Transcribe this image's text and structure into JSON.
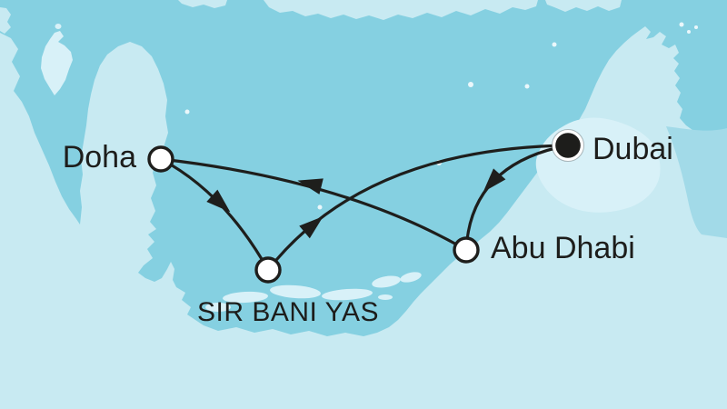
{
  "map": {
    "colors": {
      "sea": "#85d0e1",
      "land": "#c8eaf2",
      "land_bright": "#d8f1f8",
      "land_medium": "#a2dae8",
      "route": "#1e1e1c",
      "label": "#1d1d1b",
      "marker_stop_fill": "#ffffff",
      "marker_start_fill": "#1d1d1b"
    },
    "ports": [
      {
        "label": "Dubai",
        "marker": "start-port-filled"
      },
      {
        "label": "Abu Dhabi",
        "marker": "stop-port"
      },
      {
        "label": "Doha",
        "marker": "stop-port"
      },
      {
        "label": "SIR BANI YAS",
        "marker": "stop-port"
      }
    ],
    "routes": [
      {
        "from": "Dubai",
        "to": "Abu Dhabi"
      },
      {
        "from": "Abu Dhabi",
        "to": "Doha"
      },
      {
        "from": "Doha",
        "to": "Sir Bani Yas"
      },
      {
        "from": "Sir Bani Yas",
        "to": "Dubai"
      }
    ]
  }
}
